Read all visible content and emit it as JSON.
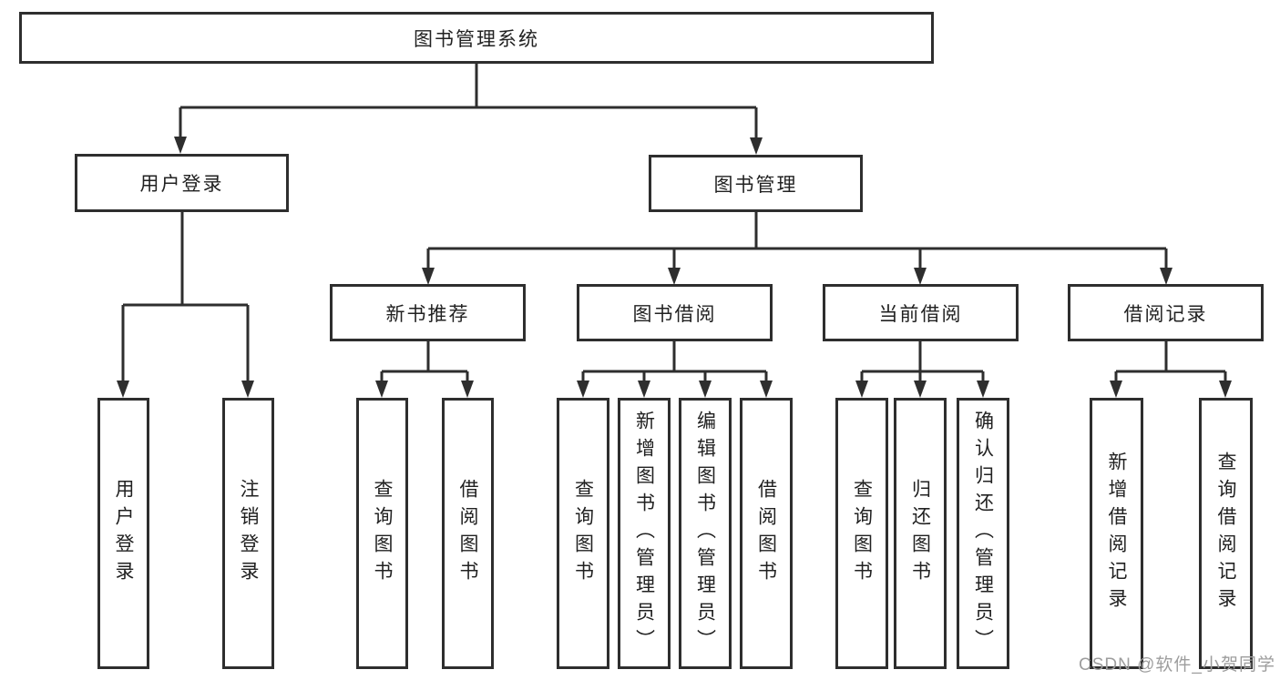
{
  "tree": {
    "label": "图书管理系统",
    "children": [
      {
        "label": "用户登录",
        "children": [
          {
            "label": "用户登录"
          },
          {
            "label": "注销登录"
          }
        ]
      },
      {
        "label": "图书管理",
        "children": [
          {
            "label": "新书推荐",
            "children": [
              {
                "label": "查询图书"
              },
              {
                "label": "借阅图书"
              }
            ]
          },
          {
            "label": "图书借阅",
            "children": [
              {
                "label": "查询图书"
              },
              {
                "label": "新增图书（管理员）"
              },
              {
                "label": "编辑图书（管理员）"
              },
              {
                "label": "借阅图书"
              }
            ]
          },
          {
            "label": "当前借阅",
            "children": [
              {
                "label": "查询图书"
              },
              {
                "label": "归还图书"
              },
              {
                "label": "确认归还（管理员）"
              }
            ]
          },
          {
            "label": "借阅记录",
            "children": [
              {
                "label": "新增借阅记录"
              },
              {
                "label": "查询借阅记录"
              }
            ]
          }
        ]
      }
    ]
  },
  "watermark": {
    "text": "CSDN @软件_小贺同学"
  },
  "colors": {
    "line": "#2e2e2e",
    "box_border": "#2e2e2e",
    "text": "#212121",
    "watermark": "#9d9d9d",
    "background": "#ffffff"
  }
}
